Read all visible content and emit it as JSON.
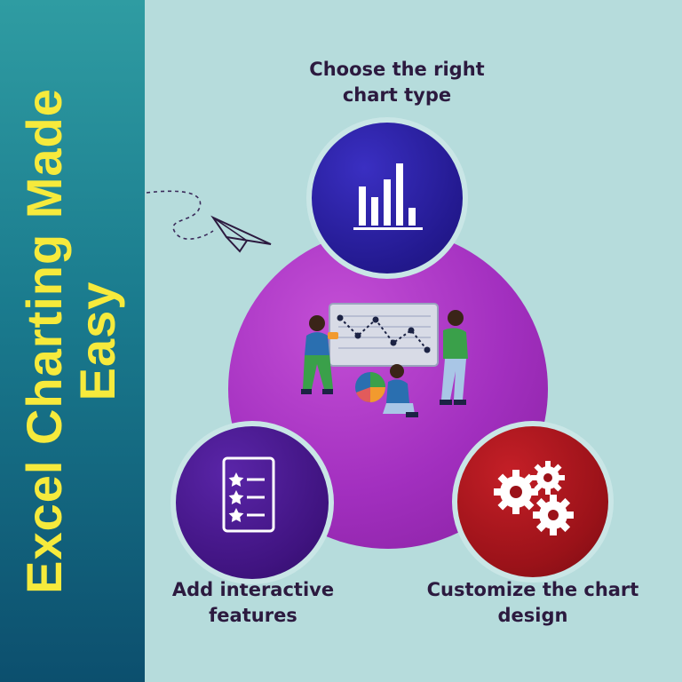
{
  "title": {
    "line1": "Excel Charting Made",
    "line2": "Easy"
  },
  "steps": [
    {
      "label_line1": "Choose the right",
      "label_line2": "chart type",
      "icon": "bar-chart-icon"
    },
    {
      "label_line1": "Add interactive",
      "label_line2": "features",
      "icon": "checklist-icon"
    },
    {
      "label_line1": "Customize the chart",
      "label_line2": "design",
      "icon": "gears-icon"
    }
  ],
  "center_illustration": "people-analyzing-chart",
  "decoration": "paper-plane-icon",
  "colors": {
    "background": "#b6dcdc",
    "sidebar": "#1a7b8e",
    "title_text": "#f6ea3c",
    "label_text": "#2c1a3f",
    "center_circle": "#a22fbf",
    "top_circle": "#23198f",
    "left_circle": "#3f137f",
    "right_circle": "#9b1219"
  }
}
